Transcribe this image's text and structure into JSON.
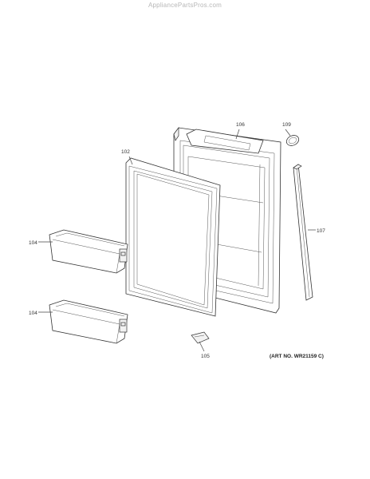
{
  "watermark": "AppliancePartsPros.com",
  "art_number": "(ART NO. WR21159 C)",
  "callouts": {
    "c102": "102",
    "c104a": "104",
    "c104b": "104",
    "c105": "105",
    "c106": "106",
    "c107": "107",
    "c109": "109"
  }
}
